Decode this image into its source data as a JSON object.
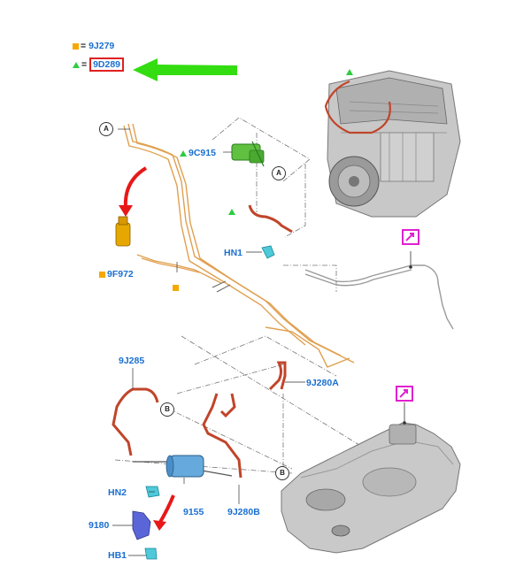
{
  "legend": {
    "square_item": {
      "equals": "=",
      "code": "9J279"
    },
    "triangle_item": {
      "equals": "=",
      "code": "9D289"
    }
  },
  "callouts": {
    "c9C915": "9C915",
    "cHN1": "HN1",
    "c9F972": "9F972",
    "c9J285": "9J285",
    "c9J280A": "9J280A",
    "cHN2": "HN2",
    "c9180": "9180",
    "c9155": "9155",
    "c9J280B": "9J280B",
    "cHB1": "HB1"
  },
  "refs": {
    "a": "A",
    "b": "B"
  },
  "colors": {
    "label_blue": "#1a6fd0",
    "legend_square": "#f5a800",
    "legend_triangle": "#2ecc40",
    "highlight_box": "#e02020",
    "pointer_arrow": "#33dd11",
    "hose_red": "#c0452a",
    "line_orange": "#e0a050",
    "connector_cyan": "#4ec9d9",
    "clip_blue": "#4a56c8",
    "component_pink": "#e020d0"
  },
  "icons": [
    "orange-square",
    "green-triangle",
    "green-arrow",
    "red-curved-arrow",
    "pink-component-icon"
  ]
}
